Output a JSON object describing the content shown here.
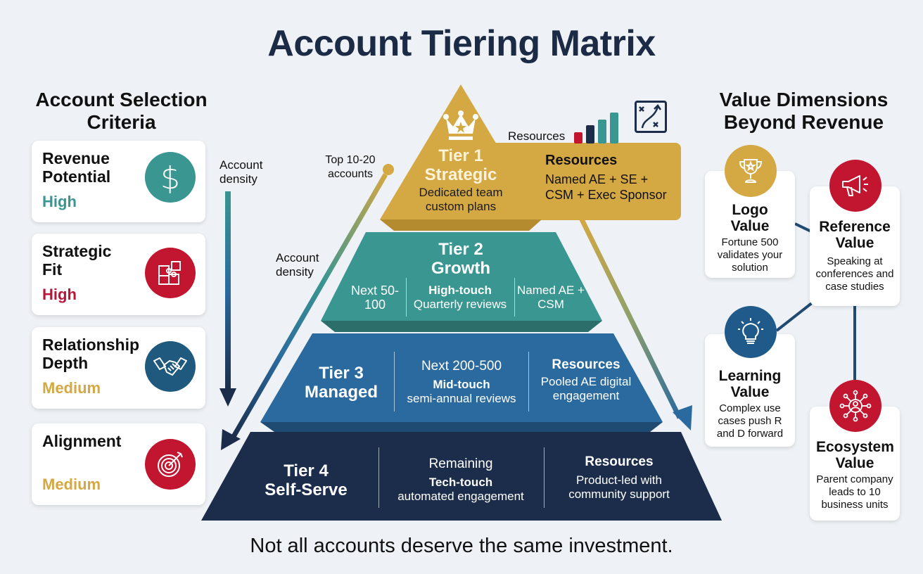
{
  "title": "Account Tiering Matrix",
  "left_panel": {
    "heading": "Account Selection Criteria",
    "criteria": [
      {
        "name": "Revenue Potential",
        "level": "High",
        "level_color": "#3a9690",
        "icon": "dollar-icon",
        "icon_bg": "#3a9690"
      },
      {
        "name": "Strategic Fit",
        "level": "High",
        "level_color": "#b8173a",
        "icon": "puzzle-icon",
        "icon_bg": "#c2152f"
      },
      {
        "name": "Relationship Depth",
        "level": "Medium",
        "level_color": "#d4a843",
        "icon": "handshake-icon",
        "icon_bg": "#1f5a7e"
      },
      {
        "name": "Alignment",
        "level": "Medium",
        "level_color": "#d4a843",
        "icon": "target-icon",
        "icon_bg": "#c2152f"
      }
    ]
  },
  "annotations": {
    "density_top": "Account density",
    "density_mid": "Account density",
    "top_accounts": "Top 10-20 accounts",
    "resources_legend": "Resources"
  },
  "pyramid": {
    "tier1": {
      "title": "Tier 1",
      "subtitle": "Strategic",
      "desc": "Dedicated team custom plans",
      "resources_label": "Resources",
      "resources_value": "Named AE + SE + CSM + Exec Sponsor",
      "color": "#d4a843"
    },
    "tier2": {
      "title": "Tier 2",
      "subtitle": "Growth",
      "count": "Next 50-100",
      "touch": "High-touch",
      "cadence": "Quarterly reviews",
      "resources_value": "Named AE + CSM",
      "color": "#3a9690"
    },
    "tier3": {
      "title": "Tier 3",
      "subtitle": "Managed",
      "count": "Next 200-500",
      "touch": "Mid-touch",
      "cadence": "semi-annual reviews",
      "resources_label": "Resources",
      "resources_value": "Pooled AE digital engagement",
      "color": "#2a6a9e"
    },
    "tier4": {
      "title": "Tier 4",
      "subtitle": "Self-Serve",
      "count": "Remaining",
      "touch": "Tech-touch",
      "cadence": "automated engagement",
      "resources_label": "Resources",
      "resources_value": "Product-led with community support",
      "color": "#1b2d4a"
    }
  },
  "right_panel": {
    "heading": "Value Dimensions Beyond Revenue",
    "values": [
      {
        "name": "Logo Value",
        "desc": "Fortune 500 validates your solution",
        "icon": "trophy-icon",
        "icon_bg": "#d4a843"
      },
      {
        "name": "Reference Value",
        "desc": "Speaking at conferences and case studies",
        "icon": "megaphone-icon",
        "icon_bg": "#c2152f"
      },
      {
        "name": "Learning Value",
        "desc": "Complex use cases push R and D forward",
        "icon": "lightbulb-icon",
        "icon_bg": "#1f5a8a"
      },
      {
        "name": "Ecosystem Value",
        "desc": "Parent company leads to 10 business units",
        "icon": "network-icon",
        "icon_bg": "#c2152f"
      }
    ]
  },
  "tagline": "Not all accounts deserve the same investment."
}
